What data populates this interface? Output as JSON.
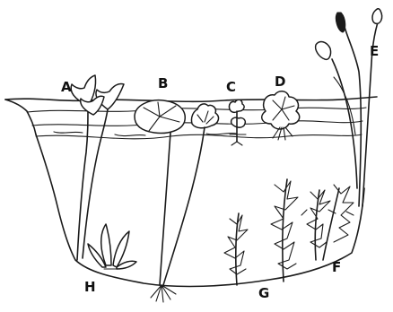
{
  "labels": {
    "a": "A",
    "b": "B",
    "c": "C",
    "d": "D",
    "e": "E",
    "f": "F",
    "g": "G",
    "h": "H"
  },
  "colors": {
    "ink": "#1a1a1a",
    "paper": "#ffffff"
  }
}
